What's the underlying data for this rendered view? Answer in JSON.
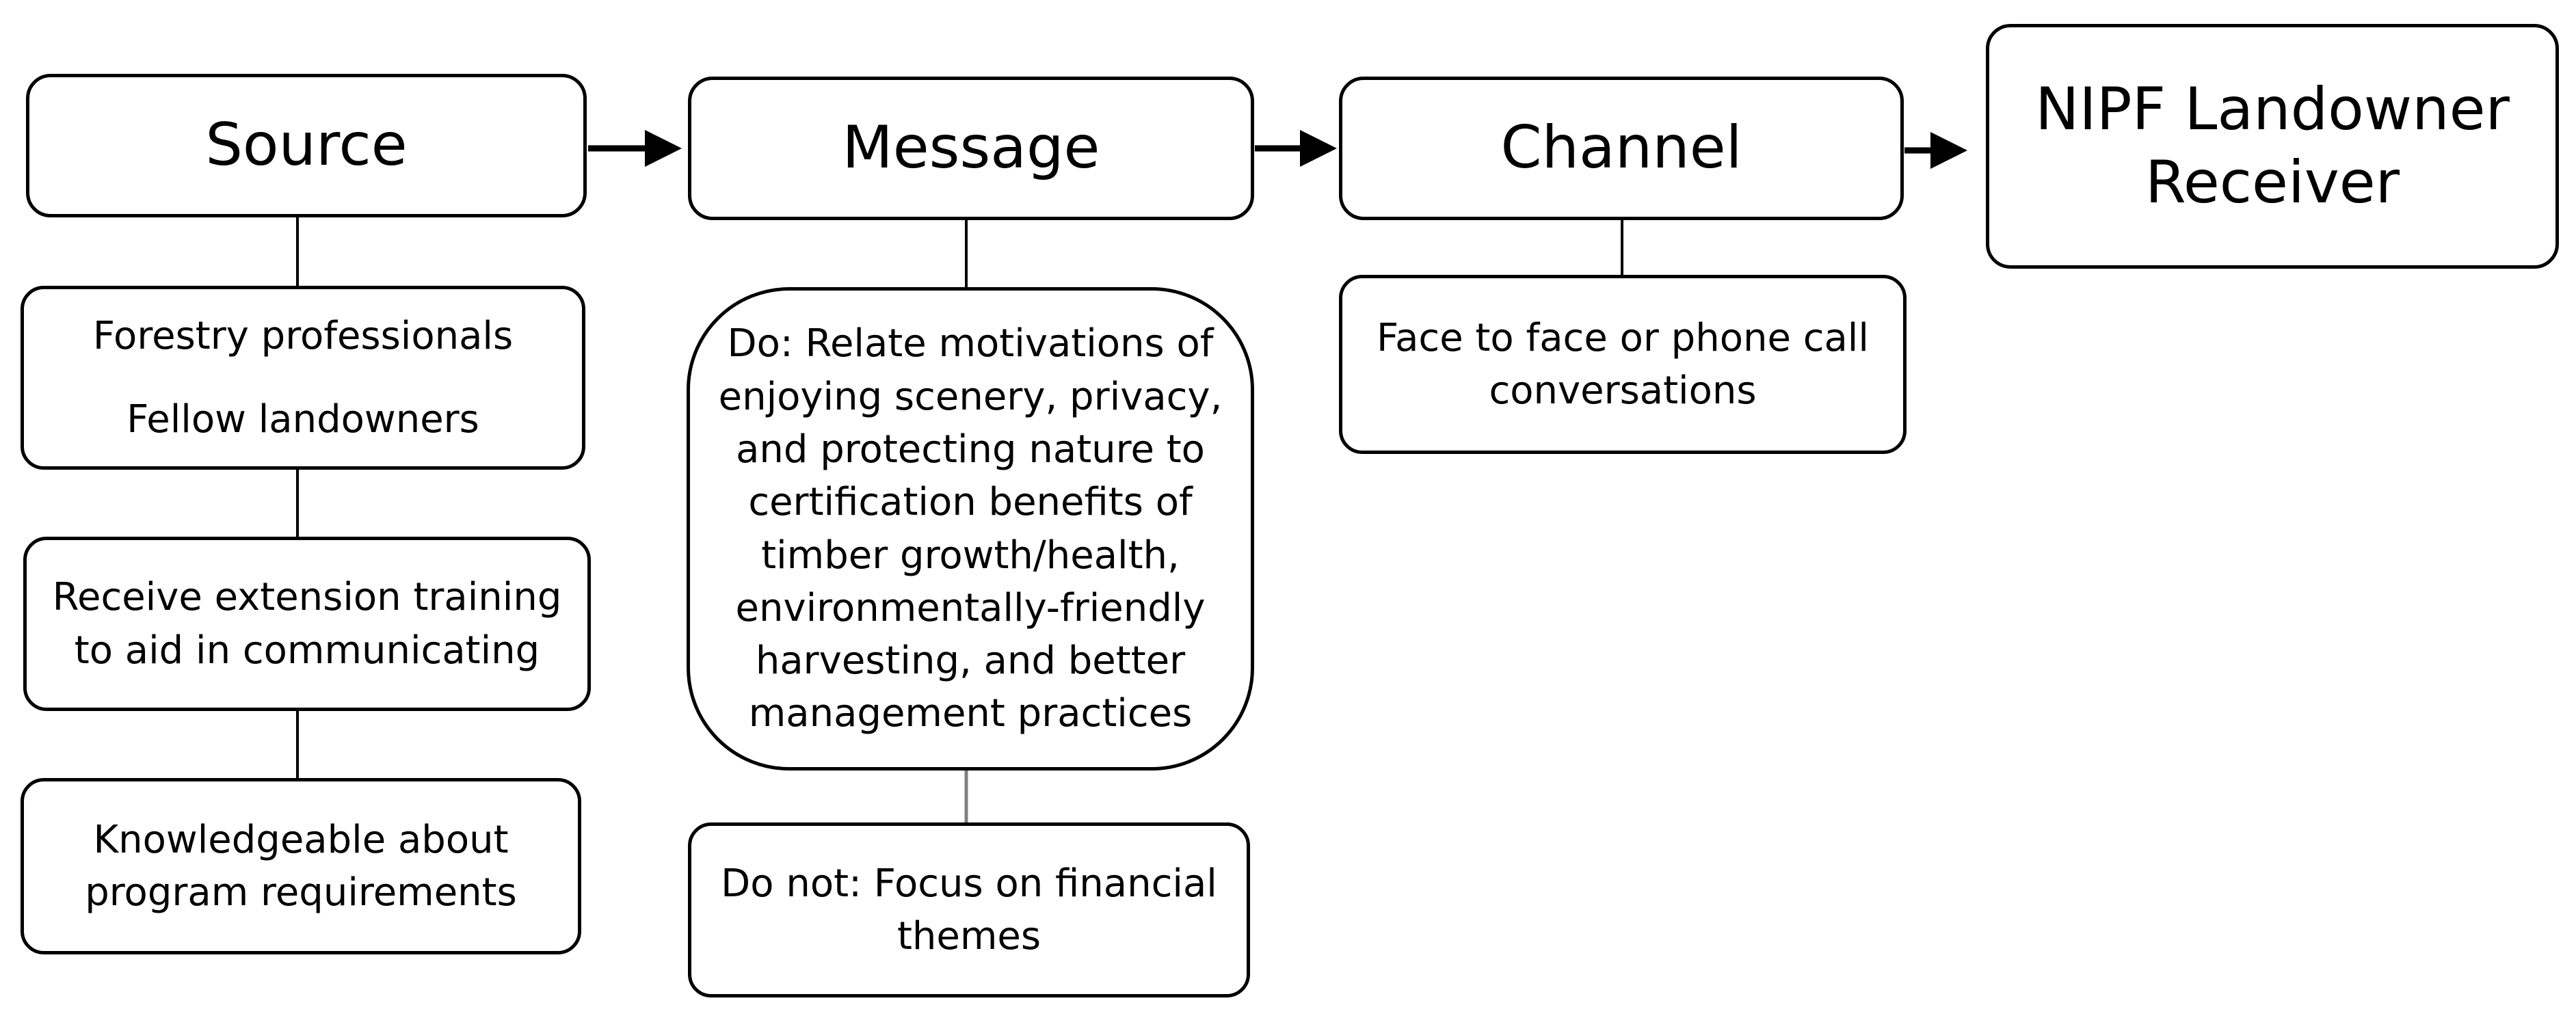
{
  "flow": {
    "source": "Source",
    "message": "Message",
    "channel": "Channel",
    "receiver": "NIPF Landowner\nReceiver"
  },
  "source_details": {
    "who_line1": "Forestry professionals",
    "who_line2": "Fellow landowners",
    "training": "Receive extension training\nto aid in communicating",
    "knowledge": "Knowledgeable about\nprogram requirements"
  },
  "message_details": {
    "do": "Do: Relate motivations of\nenjoying scenery, privacy,\nand protecting nature to\ncertification benefits of\ntimber growth/health,\nenvironmentally-friendly\nharvesting, and better\nmanagement practices",
    "do_not": "Do not: Focus on financial\nthemes"
  },
  "channel_details": {
    "mode": "Face to face or phone call\nconversations"
  }
}
